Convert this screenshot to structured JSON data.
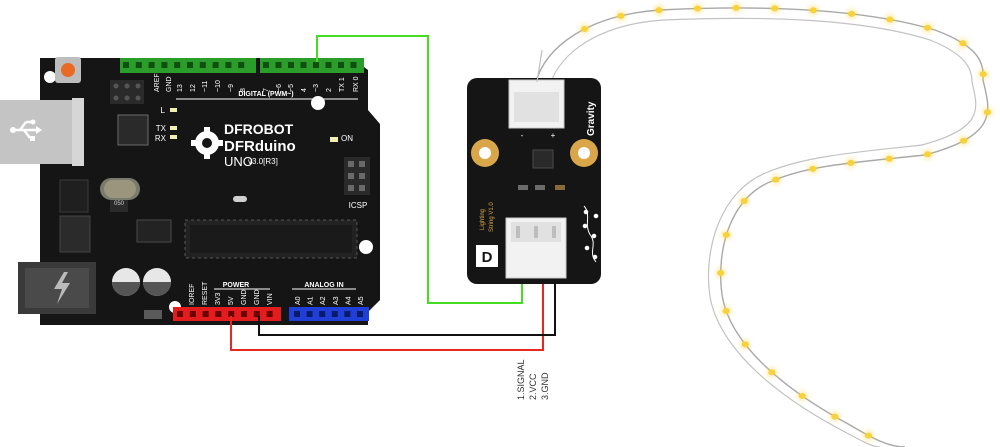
{
  "board": {
    "logo_brand": "DFROBOT",
    "logo_name": "DFRduino",
    "logo_model": "UNO",
    "logo_version": "v3.0[R3]",
    "digital_header_label": "DIGITAL (PWM~)",
    "top_pin_labels": [
      "AREF",
      "GND",
      "13",
      "12",
      "~11",
      "~10",
      "~9",
      "8",
      "7",
      "~6",
      "~5",
      "4",
      "~3",
      "2",
      "TX 1",
      "RX 0"
    ],
    "led_labels": [
      "L",
      "TX",
      "RX"
    ],
    "on_label": "ON",
    "icsp_label": "ICSP",
    "chip_label": "050",
    "power_header_label": "POWER",
    "analog_header_label": "ANALOG IN",
    "power_pin_labels": [
      "IOREF",
      "RESET",
      "3V3",
      "5V",
      "GND",
      "GND",
      "VIN"
    ],
    "analog_pin_labels": [
      "A0",
      "A1",
      "A2",
      "A3",
      "A4",
      "A5"
    ]
  },
  "module": {
    "brand": "Gravity",
    "name_line1": "Lighting",
    "name_line2": "String V1.0",
    "logo_letter": "D",
    "connector_minus": "-",
    "connector_plus": "+"
  },
  "wiring_legend": [
    "1.SIGNAL",
    "2.VCC",
    "3.GND"
  ],
  "colors": {
    "board": "#151515",
    "signal_wire": "#44dd22",
    "vcc_wire": "#e8281c",
    "gnd_wire": "#111111",
    "led": "#f7d23a",
    "header_green": "#2a9d2a",
    "header_red": "#e31d1d",
    "header_blue": "#1f3fd6",
    "copper_ring": "#d9a64a"
  }
}
